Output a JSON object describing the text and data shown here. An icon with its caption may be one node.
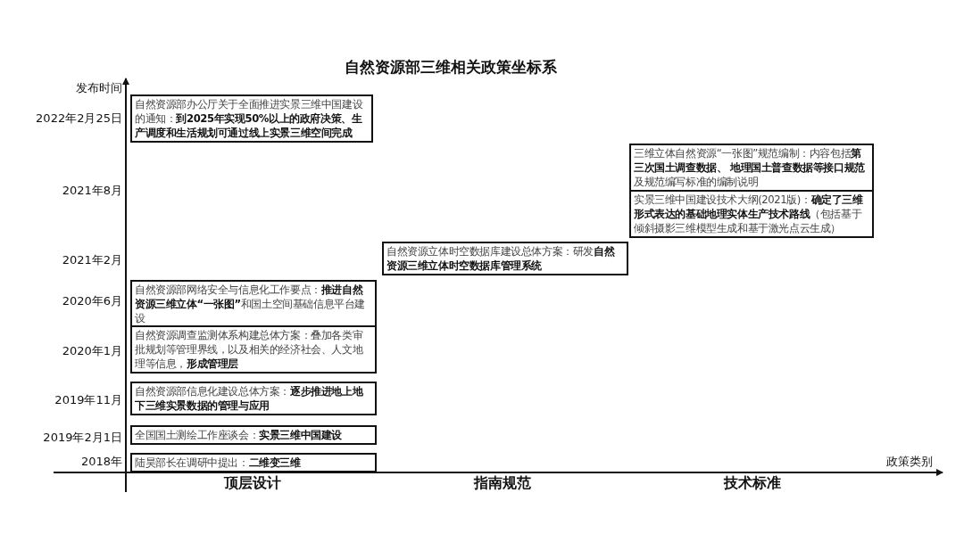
{
  "diagram": {
    "title": "自然资源部三维相关政策坐标系",
    "nodes": [
      {
        "text": [
          "自然资源部办公厅关于全面推进实景三维中国建设的通知：**到2025年实现50%以上的政府决策、生产调度和生活规划可通过线上实景三维空间完成**"
        ]
      },
      {
        "text": [
          "三维立体自然资源“一张图”规范编制：内容包括**第三次国土调查数据、 地理国土普查数据等接口规范**及规范编写标准的编制说明"
        ]
      },
      {
        "text": [
          "实景三维中国建设技术大纲(2021版)：**确定了三维形式表达的基础地理实体生产技术路线**（包括基于倾斜摄影三维模型生成和基于激光点云生成）"
        ]
      },
      {
        "text": [
          "自然资源立体时空数据库建设总体方案：研发**自然资源三维立体时空数据库管理系统**"
        ]
      },
      {
        "text": [
          "自然资源部网络安全与信息化工作要点：**推进自然资源三维立体“一张图”**和国土空间基础信息平台建设"
        ]
      },
      {
        "text": [
          "自然资源调查监测体系构建总体方案：叠加各类审批规划等管理界线，以及相关的经济社会、人文地理等信息，**形成管理层**"
        ]
      },
      {
        "text": [
          "自然资源部信息化建设总体方案：**逐步推进地上地下三维实景数据的管理与应用**"
        ]
      },
      {
        "text": [
          "全国国土测绘工作座谈会：**实景三维中国建设**"
        ]
      },
      {
        "text": [
          "陆昊部长在调研中提出：**二维变三维**"
        ]
      }
    ],
    "labels": [
      "发布时间",
      "2022年2月25日",
      "2021年8月",
      "2021年2月",
      "2020年6月",
      "2020年1月",
      "2019年11月",
      "2019年2月1日",
      "2018年",
      "政策类别",
      "顶层设计",
      "指南规范",
      "技术标准"
    ]
  }
}
